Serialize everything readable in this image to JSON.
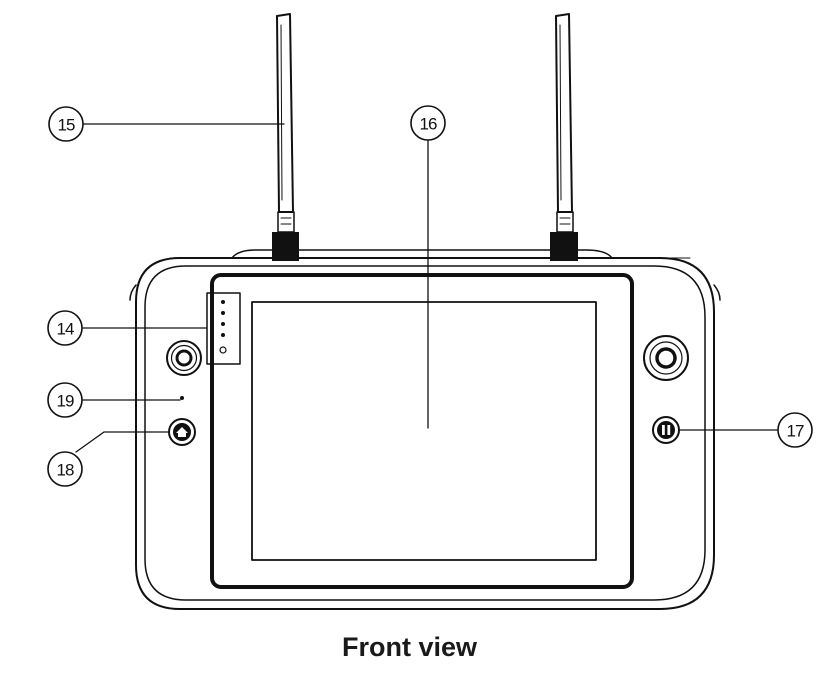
{
  "caption": "Front view",
  "callouts": [
    {
      "id": "c14",
      "label": "14"
    },
    {
      "id": "c15",
      "label": "15"
    },
    {
      "id": "c16",
      "label": "16"
    },
    {
      "id": "c17",
      "label": "17"
    },
    {
      "id": "c18",
      "label": "18"
    },
    {
      "id": "c19",
      "label": "19"
    }
  ],
  "colors": {
    "line": "#111111",
    "background": "#ffffff"
  },
  "icons": {
    "home_button": "home-icon",
    "pause_button": "pause-icon"
  }
}
